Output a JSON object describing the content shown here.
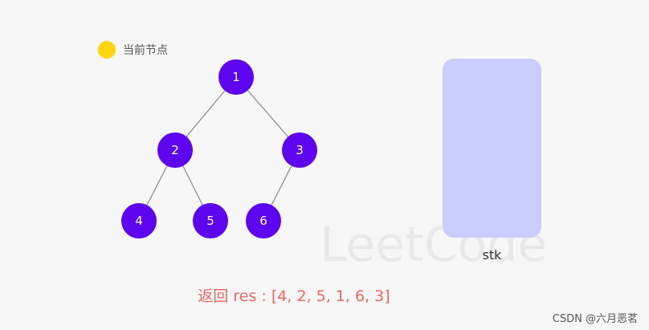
{
  "legend": {
    "label": "当前节点",
    "color": "#ffd60a"
  },
  "tree": {
    "node_color": "#5e05f0",
    "label_color": "#ffffff",
    "edge_color": "#888888",
    "nodes": [
      {
        "id": "1",
        "label": "1"
      },
      {
        "id": "2",
        "label": "2"
      },
      {
        "id": "3",
        "label": "3"
      },
      {
        "id": "4",
        "label": "4"
      },
      {
        "id": "5",
        "label": "5"
      },
      {
        "id": "6",
        "label": "6"
      }
    ],
    "edges": [
      {
        "from": "1",
        "to": "2"
      },
      {
        "from": "1",
        "to": "3"
      },
      {
        "from": "2",
        "to": "4"
      },
      {
        "from": "2",
        "to": "5"
      },
      {
        "from": "3",
        "to": "6"
      }
    ]
  },
  "stack": {
    "label": "stk",
    "items": [],
    "color": "#cccdff"
  },
  "result": {
    "text": "返回 res : [4, 2, 5, 1, 6, 3]",
    "color": "#f0675f"
  },
  "watermark": {
    "text": "LeetCode"
  },
  "credit": {
    "text": "CSDN @六月恶茗"
  }
}
